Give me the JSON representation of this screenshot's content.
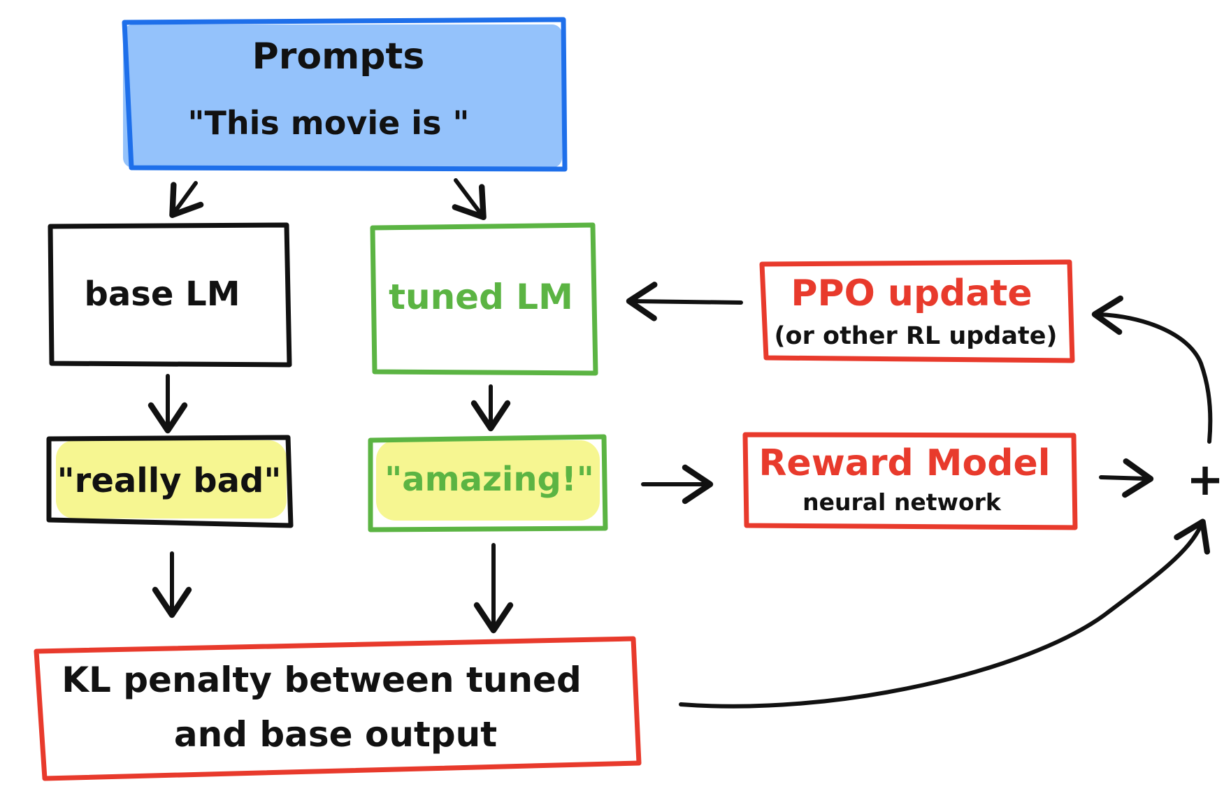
{
  "colors": {
    "prompt_fill": "#94c2fb",
    "prompt_border": "#1e6fea",
    "black": "#111111",
    "green": "#5bb443",
    "red": "#e83a2c",
    "highlight": "#f6f691"
  },
  "prompts": {
    "title": "Prompts",
    "example": "\"This movie is \""
  },
  "base_lm": {
    "label": "base LM",
    "output": "\"really bad\""
  },
  "tuned_lm": {
    "label": "tuned LM",
    "output": "\"amazing!\""
  },
  "ppo": {
    "title": "PPO update",
    "subtitle": "(or other RL update)"
  },
  "reward_model": {
    "title": "Reward Model",
    "subtitle": "neural network"
  },
  "kl": {
    "line1": "KL penalty between tuned",
    "line2": "and base output"
  },
  "combine": {
    "symbol": "+"
  }
}
